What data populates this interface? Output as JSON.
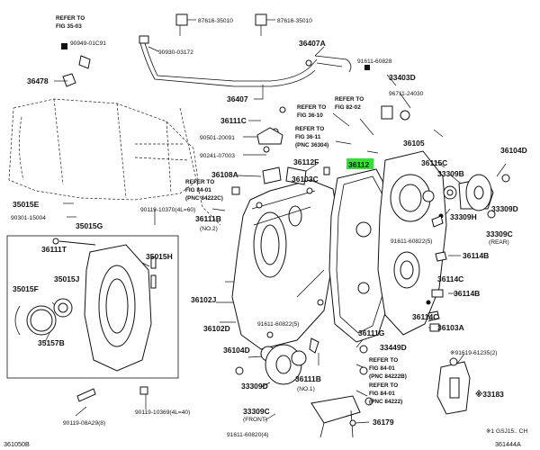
{
  "diagram": {
    "highlight_color": "#33e233",
    "top_refs": [
      {
        "id": "ref-fig-35-03",
        "lines": [
          "REFER TO",
          "FIG 35-03"
        ]
      }
    ],
    "callouts": [
      {
        "id": "87616-35010-a",
        "text": "87616-35010"
      },
      {
        "id": "87616-35010-b",
        "text": "87616-35010"
      },
      {
        "id": "90949-01c91",
        "text": "90949-01C91"
      },
      {
        "id": "36407a",
        "text": "36407A"
      },
      {
        "id": "90930-03172",
        "text": "90930-03172"
      },
      {
        "id": "36478",
        "text": "36478"
      },
      {
        "id": "91611-60828-top",
        "text": "91611-60828"
      },
      {
        "id": "33403d",
        "text": "33403D"
      },
      {
        "id": "96711-24030",
        "text": "96711-24030"
      },
      {
        "id": "36407",
        "text": "36407"
      },
      {
        "id": "36111c",
        "text": "36111C"
      },
      {
        "id": "90501-20091",
        "text": "90501-20091"
      },
      {
        "id": "90241-07003",
        "text": "90241-07003"
      },
      {
        "id": "36112f",
        "text": "36112F"
      },
      {
        "id": "36108a",
        "text": "36108A"
      },
      {
        "id": "36103c",
        "text": "36103C"
      },
      {
        "id": "36112",
        "text": "36112",
        "highlight": true
      },
      {
        "id": "36105",
        "text": "36105"
      },
      {
        "id": "36115c",
        "text": "36115C"
      },
      {
        "id": "36104d",
        "text": "36104D"
      },
      {
        "id": "33309b",
        "text": "33309B"
      },
      {
        "id": "33309h",
        "text": "33309H"
      },
      {
        "id": "33309d",
        "text": "33309D"
      },
      {
        "id": "33309c-rear",
        "text": "33309C"
      },
      {
        "id": "35015e",
        "text": "35015E"
      },
      {
        "id": "90301-15004",
        "text": "90301-15004"
      },
      {
        "id": "90119-10370",
        "text": "90119-10370(4L=60)"
      },
      {
        "id": "35015g",
        "text": "35015G"
      },
      {
        "id": "36111b-no2",
        "text": "36111B"
      },
      {
        "id": "36111t",
        "text": "36111T"
      },
      {
        "id": "91611-60822-5-right",
        "text": "91611-60822(5)"
      },
      {
        "id": "36114b-a",
        "text": "36114B"
      },
      {
        "id": "35015h",
        "text": "35015H"
      },
      {
        "id": "35015j",
        "text": "35015J"
      },
      {
        "id": "36114c-a",
        "text": "36114C"
      },
      {
        "id": "36114b-b",
        "text": "36114B"
      },
      {
        "id": "35015f",
        "text": "35015F"
      },
      {
        "id": "36102j",
        "text": "36102J"
      },
      {
        "id": "36114c-b",
        "text": "36114C"
      },
      {
        "id": "36103a",
        "text": "36103A"
      },
      {
        "id": "36102d",
        "text": "36102D"
      },
      {
        "id": "91611-60822-5-mid",
        "text": "91611-60822(5)"
      },
      {
        "id": "36111g",
        "text": "36111G"
      },
      {
        "id": "35157b",
        "text": "35157B"
      },
      {
        "id": "36104d-b",
        "text": "36104D"
      },
      {
        "id": "33449d",
        "text": "33449D"
      },
      {
        "id": "91619-61235",
        "text": "※91619-61235(2)"
      },
      {
        "id": "36111b-no1",
        "text": "36111B"
      },
      {
        "id": "33309d-front",
        "text": "33309D"
      },
      {
        "id": "33183",
        "text": "※33183"
      },
      {
        "id": "33309c-front",
        "text": "33309C"
      },
      {
        "id": "36179",
        "text": "36179"
      },
      {
        "id": "90119-08a29",
        "text": "90119-08A29(8)"
      },
      {
        "id": "90119-10369",
        "text": "90119-10369(4L=40)"
      },
      {
        "id": "91611-60820",
        "text": "91611-60820(4)"
      }
    ],
    "sub_notes": [
      {
        "id": "note-no2",
        "text": "(NO.2)"
      },
      {
        "id": "note-no1",
        "text": "(NO.1)"
      },
      {
        "id": "note-rear",
        "text": "(REAR)"
      },
      {
        "id": "note-front",
        "text": "(FRONT)"
      }
    ],
    "refer_blocks": [
      {
        "id": "ref-82-02",
        "lines": [
          "REFER TO",
          "FIG 82-02"
        ]
      },
      {
        "id": "ref-36-10",
        "lines": [
          "REFER TO",
          "FIG 36-10"
        ]
      },
      {
        "id": "ref-36-11",
        "lines": [
          "REFER TO",
          "FIG 36-11",
          "(PNC 36304)"
        ]
      },
      {
        "id": "ref-84-01-a",
        "lines": [
          "REFER TO",
          "FIG 84-01",
          "(PNC 84222C)"
        ]
      },
      {
        "id": "ref-84-01-b",
        "lines": [
          "REFER TO",
          "FIG 84-01",
          "(PNC 84222B)"
        ]
      },
      {
        "id": "ref-84-01-c",
        "lines": [
          "REFER TO",
          "FIG 84-01",
          "(PNC 84222)"
        ]
      }
    ],
    "footer": {
      "left_code": "361050B",
      "right_code": "361444A",
      "note": "※1 GSJ15.. CH"
    }
  }
}
